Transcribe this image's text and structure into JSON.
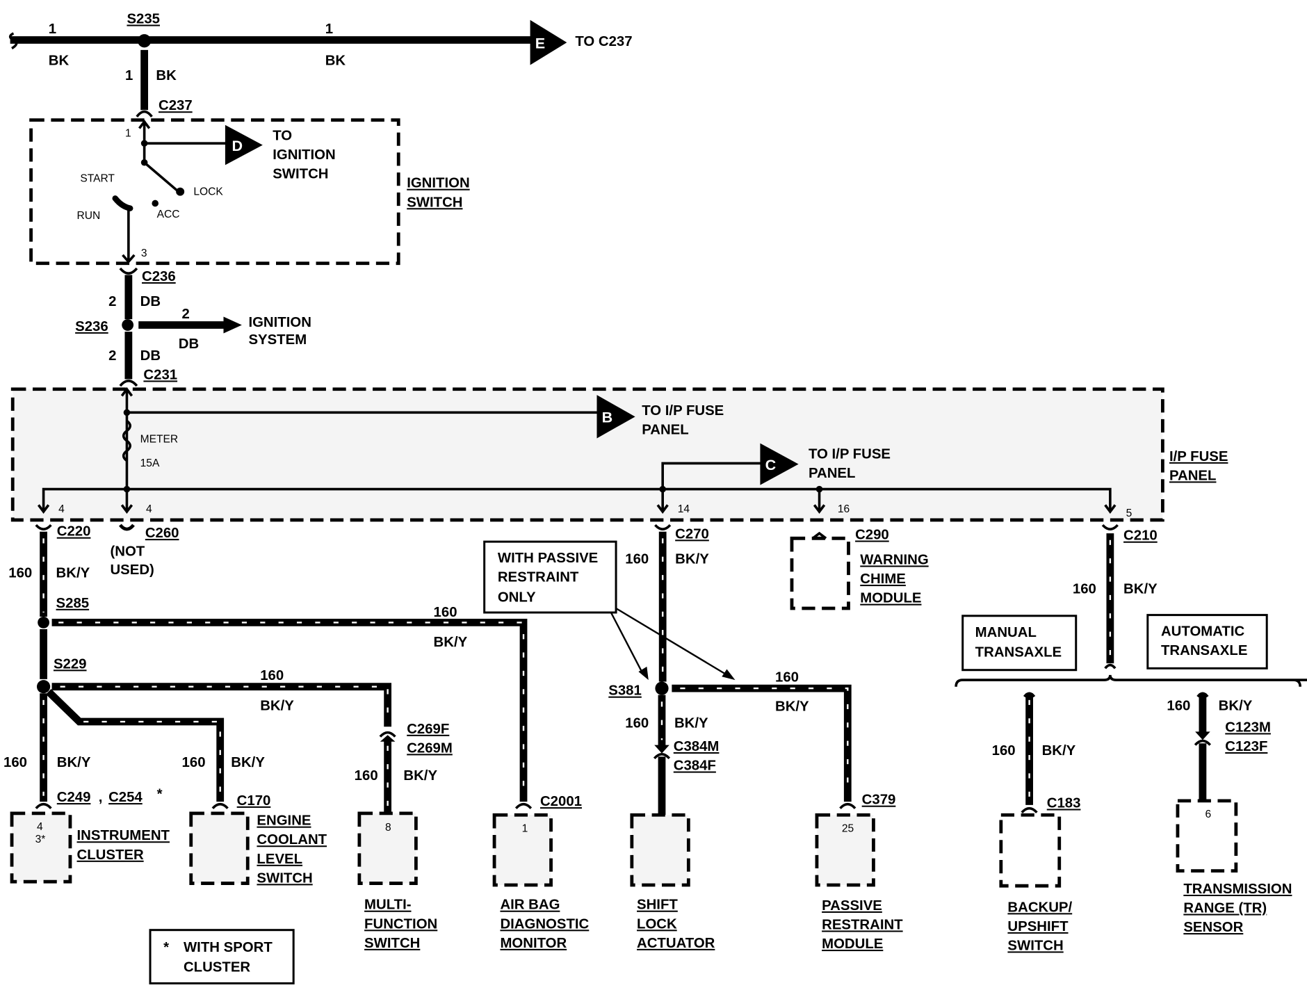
{
  "diagram": {
    "top_wire": {
      "splice": "S235",
      "left_circuit": "1",
      "left_color": "BK",
      "right_circuit": "1",
      "right_color": "BK",
      "drop_circuit": "1",
      "drop_color": "BK",
      "arrow_letter": "E",
      "arrow_label": "TO C237"
    },
    "ignition_switch": {
      "connector_in": "C237",
      "pin_in": "1",
      "pin_out": "3",
      "arrow_letter": "D",
      "arrow_label_lines": [
        "TO",
        "IGNITION",
        "SWITCH"
      ],
      "positions": [
        "START",
        "LOCK",
        "RUN",
        "ACC"
      ],
      "name_lines": [
        "IGNITION",
        "SWITCH"
      ]
    },
    "ignition_feed": {
      "connector_out": "C236",
      "upper_circuit": "2",
      "upper_color": "DB",
      "splice": "S236",
      "branch_circuit": "2",
      "branch_color": "DB",
      "branch_label_lines": [
        "IGNITION",
        "SYSTEM"
      ],
      "lower_circuit": "2",
      "lower_color": "DB",
      "connector_in": "C231"
    },
    "fuse_panel": {
      "name_lines": [
        "I/P FUSE",
        "PANEL"
      ],
      "fuse_name": "METER",
      "fuse_rating": "15A",
      "arrow_b": {
        "letter": "B",
        "label_lines": [
          "TO I/P FUSE",
          "PANEL"
        ]
      },
      "arrow_c": {
        "letter": "C",
        "label_lines": [
          "TO I/P FUSE",
          "PANEL"
        ]
      },
      "outputs": [
        {
          "pin": "4",
          "connector": "C220"
        },
        {
          "pin": "4",
          "connector": "C260",
          "note_lines": [
            "(NOT",
            "USED)"
          ]
        },
        {
          "pin": "14",
          "connector": "C270"
        },
        {
          "pin": "16",
          "connector": "C290"
        },
        {
          "pin": "5",
          "connector": "C210"
        }
      ]
    },
    "left_branch": {
      "circuit": "160",
      "color": "BK/Y",
      "splice_1": "S285",
      "splice_2": "S229",
      "s285_branch": {
        "circuit": "160",
        "color": "BK/Y"
      },
      "s229_branch_a": {
        "circuit": "160",
        "color": "BK/Y"
      },
      "s229_branch_b": {
        "circuit": "160",
        "color": "BK/Y"
      },
      "s229_down": {
        "circuit": "160",
        "color": "BK/Y"
      },
      "c269_wire": {
        "circuit": "160",
        "color": "BK/Y"
      },
      "c269_female": "C269F",
      "c269_male": "C269M"
    },
    "components": [
      {
        "id": "instrument-cluster",
        "connectors": [
          "C249",
          "C254"
        ],
        "asterisk": "*",
        "pins": [
          "4",
          "3*"
        ],
        "name_lines": [
          "INSTRUMENT",
          "CLUSTER"
        ]
      },
      {
        "id": "engine-coolant-level-switch",
        "connector": "C170",
        "pin": "",
        "name_lines": [
          "ENGINE",
          "COOLANT",
          "LEVEL",
          "SWITCH"
        ]
      },
      {
        "id": "multi-function-switch",
        "connector": "",
        "pin": "8",
        "name_lines": [
          "MULTI-",
          "FUNCTION",
          "SWITCH"
        ]
      },
      {
        "id": "air-bag-diagnostic-monitor",
        "connector": "C2001",
        "pin": "1",
        "name_lines": [
          "AIR BAG",
          "DIAGNOSTIC",
          "MONITOR"
        ]
      },
      {
        "id": "shift-lock-actuator",
        "connector": "",
        "pin": "",
        "name_lines": [
          "SHIFT",
          "LOCK",
          "ACTUATOR"
        ]
      },
      {
        "id": "passive-restraint-module",
        "connector": "C379",
        "pin": "25",
        "name_lines": [
          "PASSIVE",
          "RESTRAINT",
          "MODULE"
        ]
      },
      {
        "id": "warning-chime-module",
        "connector": "C290",
        "pin": "",
        "name_lines": [
          "WARNING",
          "CHIME",
          "MODULE"
        ]
      },
      {
        "id": "backup-upshift-switch",
        "connector": "C183",
        "pin": "",
        "name_lines": [
          "BACKUP/",
          "UPSHIFT",
          "SWITCH"
        ]
      },
      {
        "id": "transmission-range-sensor",
        "connector": "",
        "pin": "6",
        "name_lines": [
          "TRANSMISSION",
          "RANGE (TR)",
          "SENSOR"
        ]
      }
    ],
    "middle_branch": {
      "circuit": "160",
      "color": "BK/Y",
      "note_lines": [
        "WITH PASSIVE",
        "RESTRAINT",
        "ONLY"
      ],
      "splice": "S381",
      "down_circuit": "160",
      "down_color": "BK/Y",
      "right_circuit": "160",
      "right_color": "BK/Y",
      "conn_male": "C384M",
      "conn_female": "C384F"
    },
    "right_branch": {
      "circuit": "160",
      "color": "BK/Y",
      "manual_label_lines": [
        "MANUAL",
        "TRANSAXLE"
      ],
      "automatic_label_lines": [
        "AUTOMATIC",
        "TRANSAXLE"
      ],
      "manual_wire": {
        "circuit": "160",
        "color": "BK/Y"
      },
      "auto_wire": {
        "circuit": "160",
        "color": "BK/Y"
      },
      "conn_male": "C123M",
      "conn_female": "C123F"
    },
    "legend": {
      "symbol": "*",
      "lines": [
        "WITH SPORT",
        "CLUSTER"
      ]
    }
  }
}
